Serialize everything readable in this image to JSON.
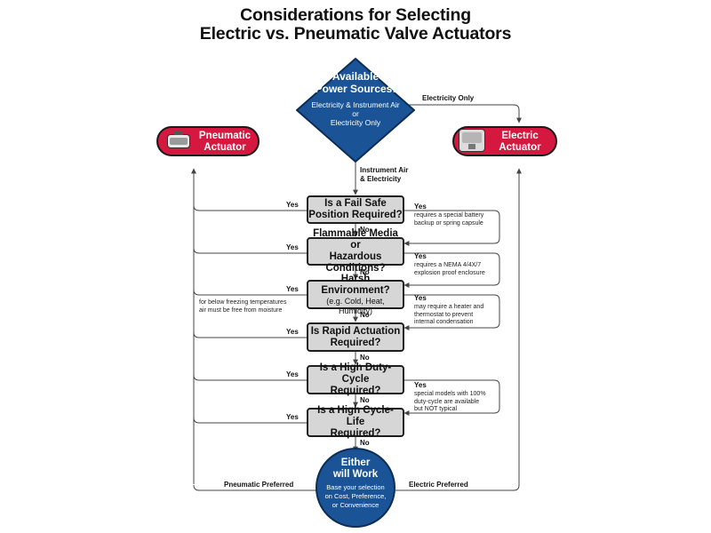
{
  "title": {
    "line1": "Considerations for Selecting",
    "line2": "Electric vs. Pneumatic Valve Actuators"
  },
  "start": {
    "heading_line1": "Available",
    "heading_line2": "Power Sources:",
    "option1": "Electricity & Instrument Air",
    "or": "or",
    "option2": "Electricity Only"
  },
  "outcomes": {
    "pneumatic_line1": "Pneumatic",
    "pneumatic_line2": "Actuator",
    "electric_line1": "Electric",
    "electric_line2": "Actuator"
  },
  "branches": {
    "electricity_only": "Electricity Only",
    "instrument_air_line1": "Instrument Air",
    "instrument_air_line2": "& Electricity"
  },
  "questions": [
    {
      "line1": "Is a Fail Safe",
      "line2": "Position Required?",
      "yes_note": [
        "requires a special battery",
        "backup or spring capsule"
      ]
    },
    {
      "line1": "Flammable Media or",
      "line2": "Hazardous Conditions?",
      "yes_note": [
        "requires a NEMA 4/4X/7",
        "explosion proof enclosure"
      ]
    },
    {
      "line1": "Harsh Environment?",
      "line2": "(e.g. Cold, Heat, Humidity)",
      "yes_note": [
        "may require a heater and",
        "thermostat to prevent",
        "internal condensation"
      ],
      "left_note": [
        "for below freezing temperatures",
        "air must be free from moisture"
      ]
    },
    {
      "line1": "Is Rapid Actuation",
      "line2": "Required?"
    },
    {
      "line1": "Is a High Duty-Cycle",
      "line2": "Required?",
      "yes_note": [
        "special models with 100%",
        "duty-cycle are available",
        "but NOT typical"
      ]
    },
    {
      "line1": "Is a High Cycle-Life",
      "line2": "Required?"
    }
  ],
  "labels": {
    "yes": "Yes",
    "no": "No"
  },
  "end": {
    "line1": "Either",
    "line2": "will Work",
    "sub1": "Base your selection",
    "sub2": "on Cost, Preference,",
    "sub3": "or Convenience"
  },
  "preferences": {
    "pneumatic": "Pneumatic Preferred",
    "electric": "Electric Preferred"
  },
  "colors": {
    "pill_red": "#d4183f",
    "start_blue": "#1a5496",
    "box_gray": "#d6d6d6",
    "line": "#444444"
  }
}
